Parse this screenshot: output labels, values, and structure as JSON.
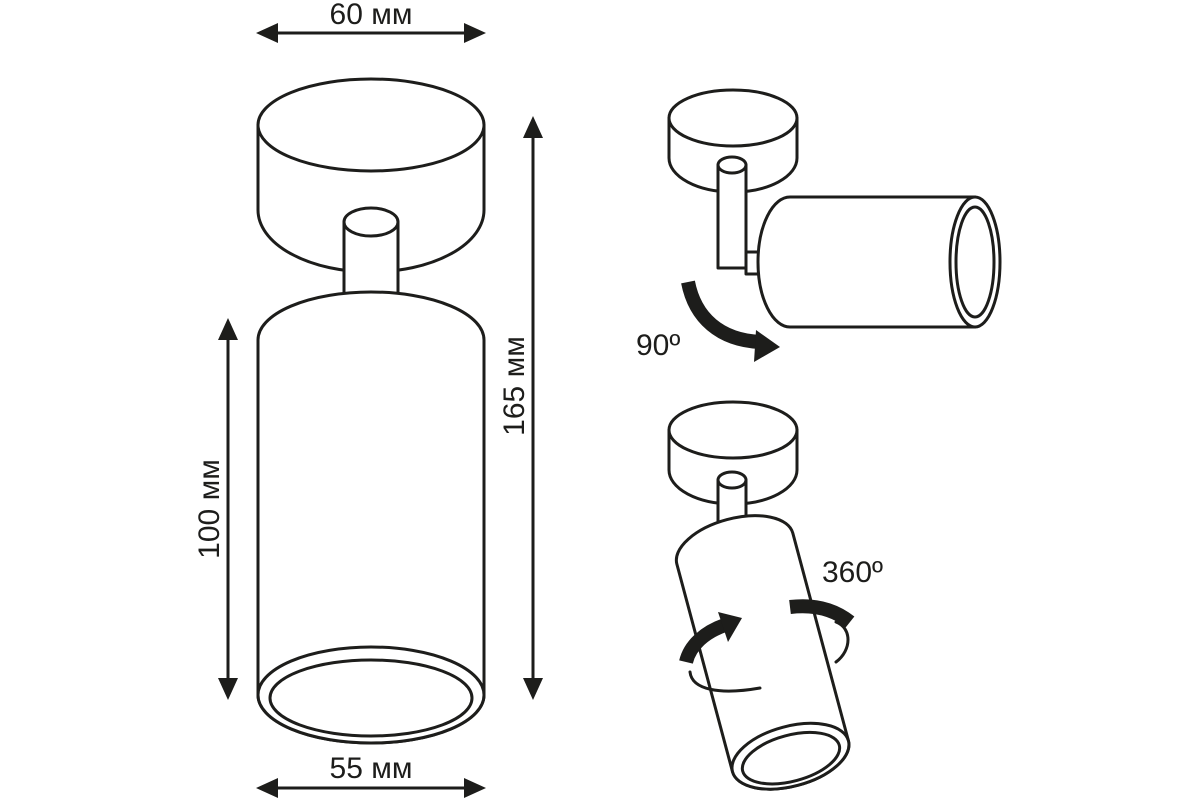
{
  "dimensions": {
    "top_width": "60 мм",
    "total_height": "165 мм",
    "body_height": "100 мм",
    "bottom_width": "55 мм"
  },
  "rotation": {
    "tilt_angle": "90º",
    "swivel_angle": "360º"
  },
  "colors": {
    "line": "#1d1d1b",
    "background": "#ffffff"
  }
}
